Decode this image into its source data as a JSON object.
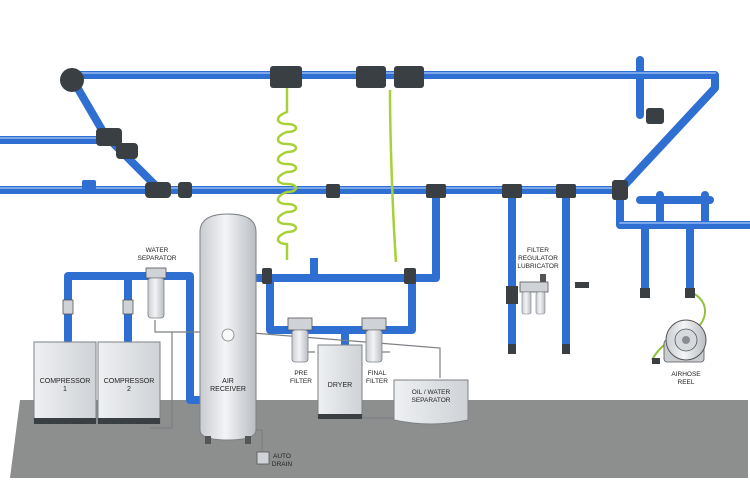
{
  "labels": {
    "compressor1": [
      "COMPRESSOR",
      "1"
    ],
    "compressor2": [
      "COMPRESSOR",
      "2"
    ],
    "water_separator": [
      "WATER",
      "SEPARATOR"
    ],
    "air_receiver": [
      "AIR",
      "RECEIVER"
    ],
    "pre_filter": [
      "PRE",
      "FILTER"
    ],
    "dryer": [
      "DRYER"
    ],
    "final_filter": [
      "FINAL",
      "FILTER"
    ],
    "oil_water_separator": [
      "OIL / WATER",
      "SEPARATOR"
    ],
    "auto_drain": [
      "AUTO",
      "DRAIN"
    ],
    "filter_regulator_lubricator": [
      "FILTER",
      "REGULATOR",
      "LUBRICATOR"
    ],
    "airhose_reel": [
      "AIRHOSE",
      "REEL"
    ]
  },
  "colors": {
    "pipe": "#2f6fd1",
    "pipe_highlight": "#8fb5f0",
    "fitting": "#3a3f44",
    "hose": "#a7d13a",
    "floor": "#8c8f8d",
    "equipment": "#e9eaec",
    "equipment_edge": "#7c8085"
  }
}
